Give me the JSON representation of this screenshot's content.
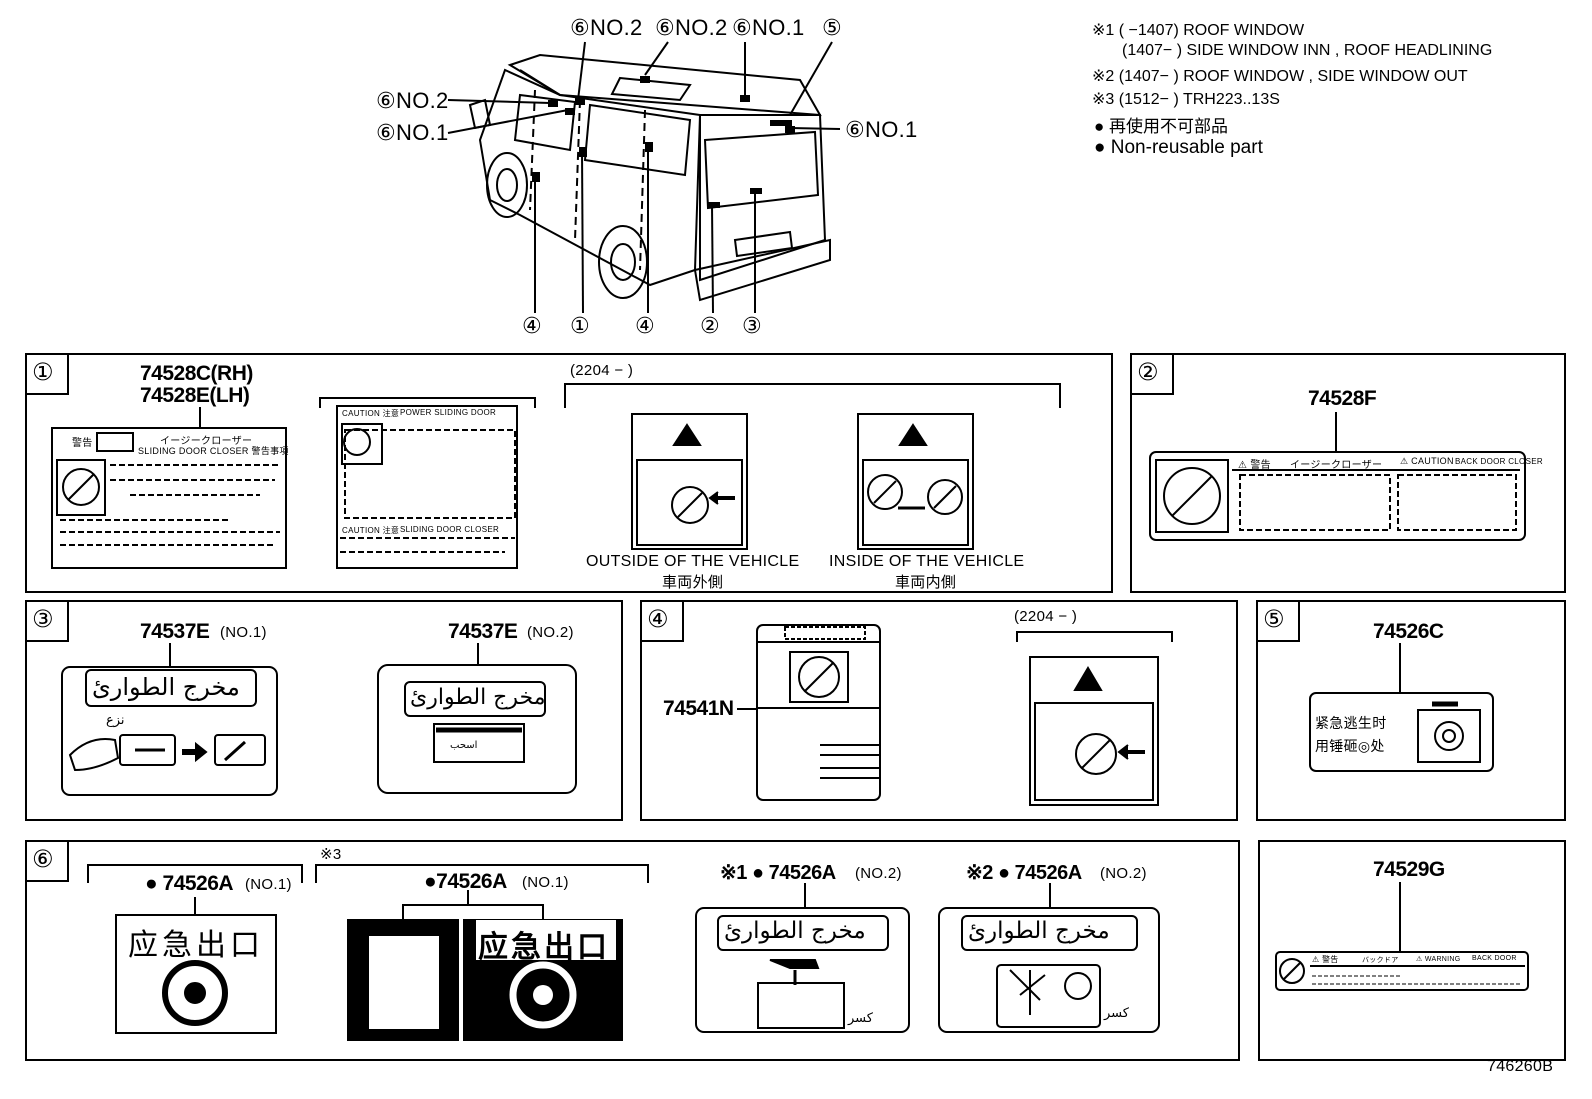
{
  "legend": {
    "notes": [
      "※1 (        −1407) ROOF WINDOW",
      "(1407−        ) SIDE WINDOW INN , ROOF HEADLINING",
      "※2 (1407−        ) ROOF WINDOW , SIDE WINDOW OUT",
      "※3 (1512−        ) TRH223..13S"
    ],
    "non_reusable_jp": "再使用不可部品",
    "non_reusable_en": "Non-reusable part"
  },
  "callouts": {
    "top": [
      "⑥NO.2",
      "⑥NO.2",
      "⑥NO.1",
      "⑤"
    ],
    "left_no2": "⑥NO.2",
    "left_no1": "⑥NO.1",
    "right_no1": "⑥NO.1",
    "bottom": [
      "④",
      "①",
      "④",
      "②",
      "③"
    ]
  },
  "panel1": {
    "tag": "①",
    "part_rh": "74528C(RH)",
    "part_lh": "74528E(LH)",
    "date_range": "(2204 −      )",
    "label_a_warn": "警告",
    "label_a_jp": "イージークローザー",
    "label_a_en": "SLIDING DOOR CLOSER 警告事項",
    "label_b_top": "CAUTION 注意",
    "label_b_top2": "POWER SLIDING DOOR",
    "label_b_bot": "CAUTION 注意",
    "label_b_bot2": "SLIDING DOOR CLOSER",
    "outside_en": "OUTSIDE OF THE VEHICLE",
    "outside_jp": "車両外側",
    "inside_en": "INSIDE OF THE VEHICLE",
    "inside_jp": "車両内側"
  },
  "panel2": {
    "tag": "②",
    "part": "74528F",
    "warn": "警告",
    "jp": "イージークローザー",
    "caution": "CAUTION",
    "en": "BACK DOOR CLOSER"
  },
  "panel3": {
    "tag": "③",
    "part1": "74537E",
    "part1_no": "(NO.1)",
    "part2": "74537E",
    "part2_no": "(NO.2)",
    "arabic": "مخرج الطوارئ",
    "remove": "نزع",
    "pull": "اسحب"
  },
  "panel4": {
    "tag": "④",
    "part": "74541N",
    "date_range": "(2204 −      )"
  },
  "panel5": {
    "tag": "⑤",
    "part": "74526C",
    "line1": "紧急逃生时",
    "line2": "用锤砸◎处"
  },
  "panel6": {
    "tag": "⑥",
    "note3": "※3",
    "partA1": "● 74526A",
    "partA1_no": "(NO.1)",
    "partA2": "●74526A",
    "partA2_no": "(NO.1)",
    "partA3": "※1 ● 74526A",
    "partA3_no": "(NO.2)",
    "partA4": "※2 ● 74526A",
    "partA4_no": "(NO.2)",
    "emergency_jp": "应急出口",
    "arabic": "مخرج الطوارئ",
    "break": "كسر"
  },
  "panel7": {
    "part": "74529G",
    "warn": "警告",
    "jp": "バックドア",
    "warning": "WARNING",
    "en": "BACK DOOR"
  },
  "figure_id": "746260B"
}
